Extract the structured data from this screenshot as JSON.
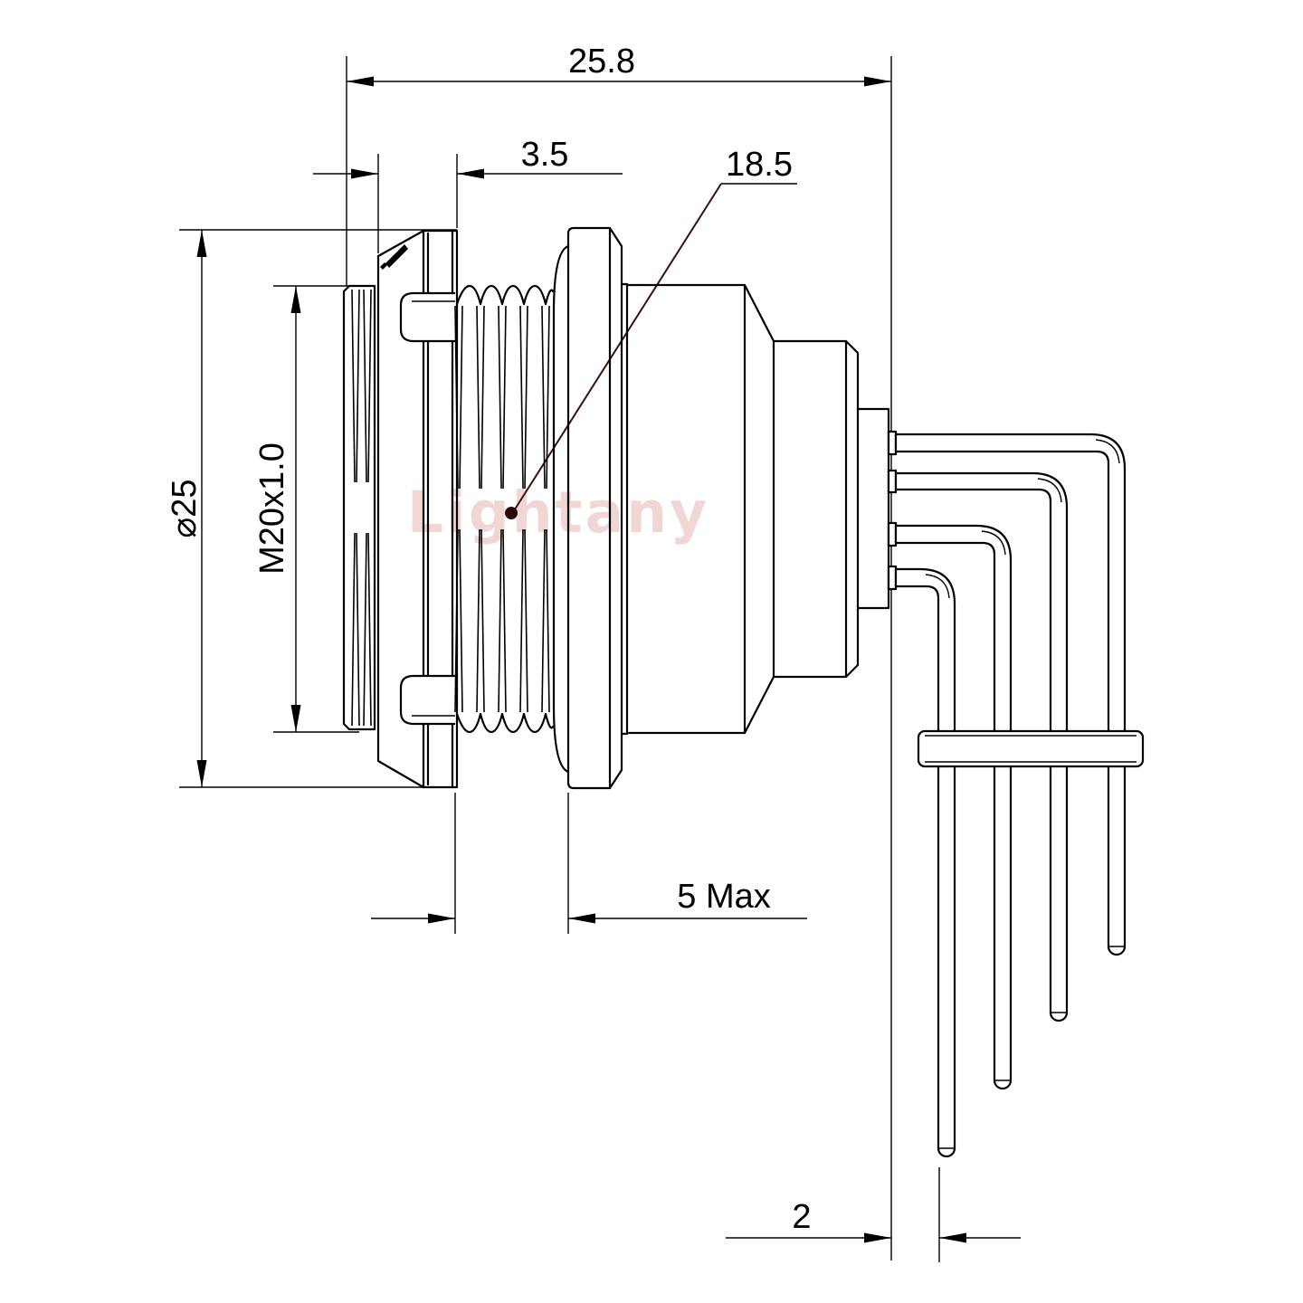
{
  "colors": {
    "line": "#000000",
    "leader_line": "#3a0f0f",
    "leader_dot": "#2d0606",
    "watermark": "#dd9a9a",
    "background": "#ffffff"
  },
  "watermark": {
    "text": "Lightany"
  },
  "dimensions": {
    "total_length": {
      "label": "25.8"
    },
    "flange_thickness": {
      "label": "3.5"
    },
    "thread_ref": {
      "label": "18.5"
    },
    "outer_diameter": {
      "label": "⌀25"
    },
    "thread_spec": {
      "label": "M20x1.0"
    },
    "panel_thickness_max": {
      "label": "5 Max"
    },
    "pin_tail_offset": {
      "label": "2"
    }
  }
}
